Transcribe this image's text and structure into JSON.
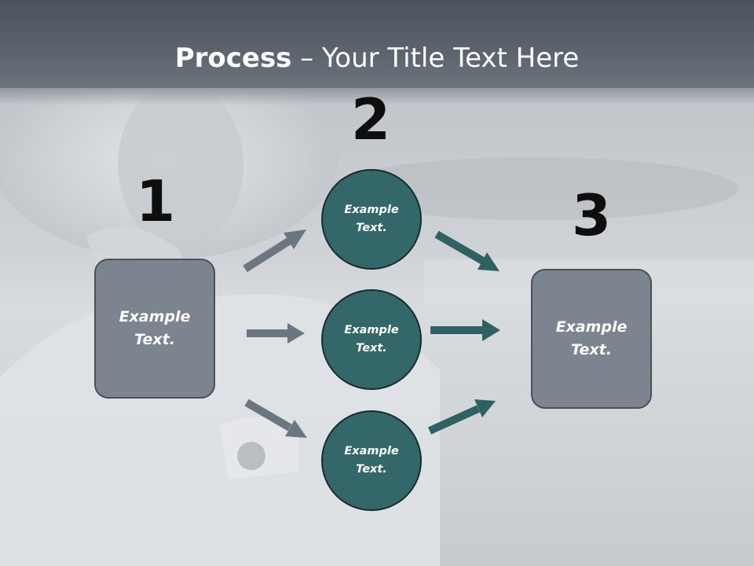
{
  "title": {
    "bold": "Process",
    "rest": " – Your Title Text Here"
  },
  "steps": [
    {
      "number": "1",
      "text": "Example\nText."
    },
    {
      "number": "2",
      "items": [
        "Example\nText.",
        "Example\nText.",
        "Example\nText."
      ]
    },
    {
      "number": "3",
      "text": "Example\nText."
    }
  ],
  "colors": {
    "title_bar": "#5c646e",
    "box_fill": "#7b848f",
    "circle_fill": "#33676a",
    "arrow_left": "#6b7682",
    "arrow_right": "#2f6163",
    "number_text": "#0e0e0e"
  },
  "background_image": "woman-with-curly-hair-on-beach-photo"
}
